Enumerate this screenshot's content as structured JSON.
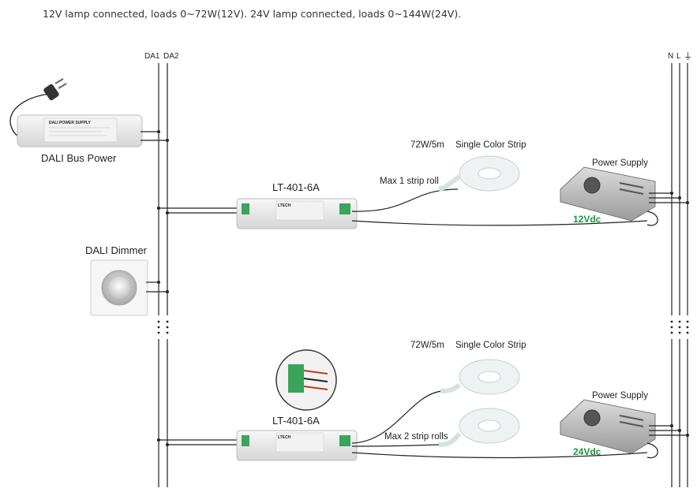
{
  "header_note": "12V lamp connected, loads 0~72W(12V). 24V lamp connected, loads 0~144W(24V).",
  "bus": {
    "da1": "DA1",
    "da2": "DA2"
  },
  "mains": {
    "n": "N",
    "l": "L",
    "ground_symbol": "⏚"
  },
  "bus_power": {
    "label": "DALI Bus Power",
    "device_text": "DALI POWER SUPPLY"
  },
  "dimmer": {
    "label": "DALI Dimmer"
  },
  "top": {
    "controller_label": "LT-401-6A",
    "strip_power": "72W/5m",
    "strip_type": "Single Color Strip",
    "strip_note": "Max 1 strip roll",
    "psu_label": "Power Supply",
    "voltage": "12Vdc"
  },
  "bottom": {
    "controller_label": "LT-401-6A",
    "strip_power": "72W/5m",
    "strip_type": "Single Color Strip",
    "strip_note": "Max 2 strip rolls",
    "psu_label": "Power Supply",
    "voltage": "24Vdc"
  },
  "device_brand": "LTECH",
  "colors": {
    "voltage_green": "#1a9a3c",
    "wire": "#222222",
    "device_body": "#e9e9e9"
  }
}
